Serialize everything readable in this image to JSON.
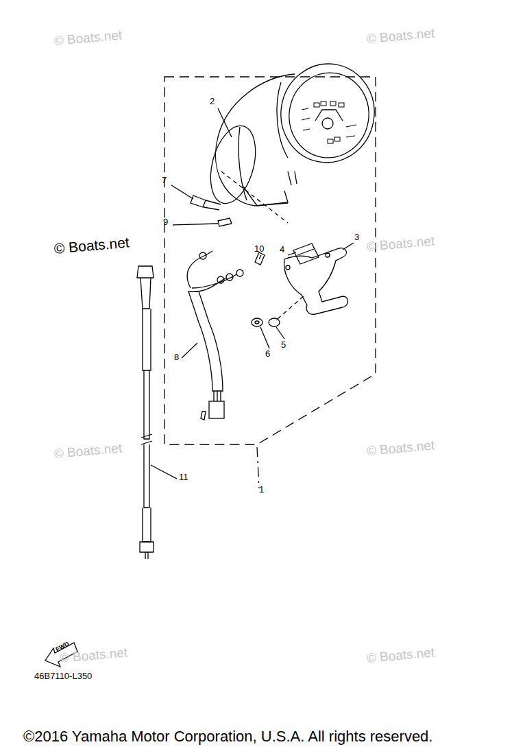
{
  "diagram": {
    "labels": [
      "© Boats.net",
      "© Boats.net",
      "2",
      "7",
      "9",
      "© Boats.net",
      "10",
      "4",
      "3",
      "© Boats.net",
      "6",
      "5",
      "8",
      "© Boats.net",
      "© Boats.net",
      "11",
      "1",
      "FWD",
      "© Boats.net",
      "© Boats.net",
      "46B7110-L350",
      "©2016 Yamaha Motor Corporation, U.S.A. All rights reserved."
    ]
  }
}
